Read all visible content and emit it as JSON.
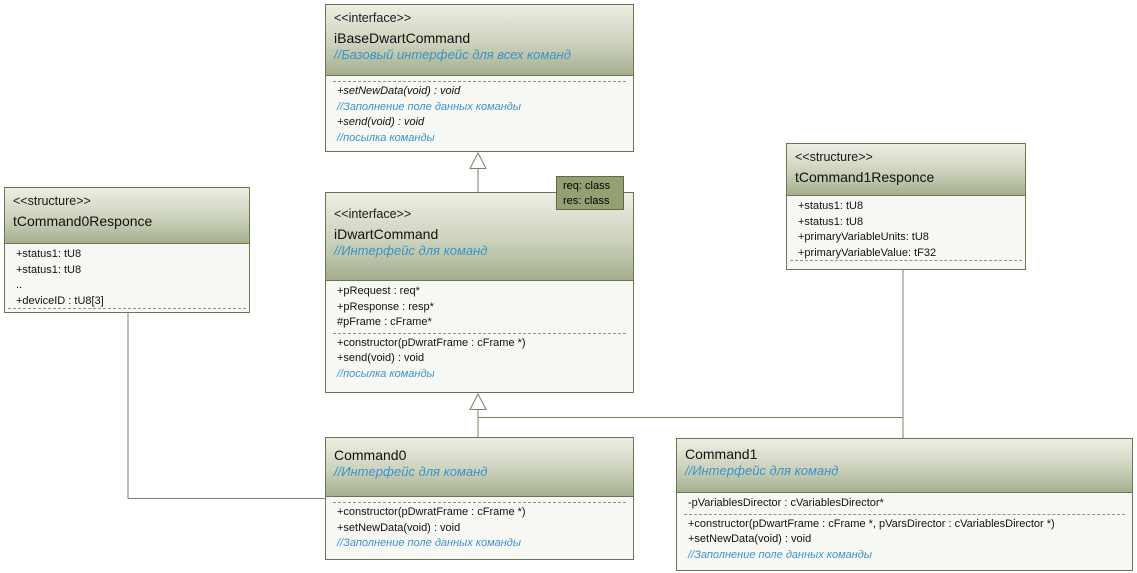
{
  "diagram": {
    "type": "uml-class-diagram"
  },
  "colors": {
    "box_border": "#6b7553",
    "header_gradient_top": "#edeee4",
    "header_gradient_bottom": "#a5af8e",
    "body_background": "#f7f8f3",
    "comment_text": "#3a93cc",
    "member_text": "#111111",
    "template_box_background": "#93a073",
    "template_box_border": "#5f6b45",
    "connector_line": "#7a8464"
  },
  "classes": {
    "iBaseDwartCommand": {
      "stereotype": "<<interface>>",
      "name": "iBaseDwartCommand",
      "comment": "//Базовый интерфейс для всех команд",
      "operations": [
        "+setNewData(void) : void",
        "//Заполнение поле данных команды",
        "+send(void) : void",
        "//посылка команды"
      ]
    },
    "tCommand0Responce": {
      "stereotype": "<<structure>>",
      "name": "tCommand0Responce",
      "attributes": [
        "+status1: tU8",
        "+status1: tU8",
        "..",
        "+deviceID : tU8[3]"
      ]
    },
    "iDwartCommand": {
      "stereotype": "<<interface>>",
      "name": "iDwartCommand",
      "comment": "//Интерфейс для команд",
      "template_params": [
        "req: class",
        "res: class"
      ],
      "attributes": [
        "+pRequest : req*",
        "+pResponse : resp*",
        "#pFrame : cFrame*"
      ],
      "operations": [
        "+constructor(pDwratFrame : cFrame *)",
        "+send(void) : void",
        "//посылка команды"
      ]
    },
    "tCommand1Responce": {
      "stereotype": "<<structure>>",
      "name": "tCommand1Responce",
      "attributes": [
        "+status1: tU8",
        "+status1: tU8",
        "+primaryVariableUnits: tU8",
        "+primaryVariableValue: tF32"
      ]
    },
    "Command0": {
      "name": "Command0",
      "comment": "//Интерфейс для команд",
      "operations": [
        "+constructor(pDwratFrame : cFrame *)",
        "+setNewData(void) : void",
        "//Заполнение поле данных команды"
      ]
    },
    "Command1": {
      "name": "Command1",
      "comment": "//Интерфейс для команд",
      "attributes": [
        "-pVariablesDirector : cVariablesDirector*"
      ],
      "operations": [
        "+constructor(pDwartFrame : cFrame *, pVarsDirector : cVariablesDirector *)",
        "+setNewData(void) : void",
        "//Заполнение поле данных команды"
      ]
    }
  },
  "relations": [
    {
      "type": "generalization",
      "from": "iDwartCommand",
      "to": "iBaseDwartCommand"
    },
    {
      "type": "generalization",
      "from": "Command0",
      "to": "iDwartCommand"
    },
    {
      "type": "generalization",
      "from": "Command1",
      "to": "iDwartCommand"
    },
    {
      "type": "association",
      "from": "tCommand0Responce",
      "to": "Command0"
    },
    {
      "type": "association",
      "from": "tCommand1Responce",
      "to": "Command1"
    }
  ]
}
